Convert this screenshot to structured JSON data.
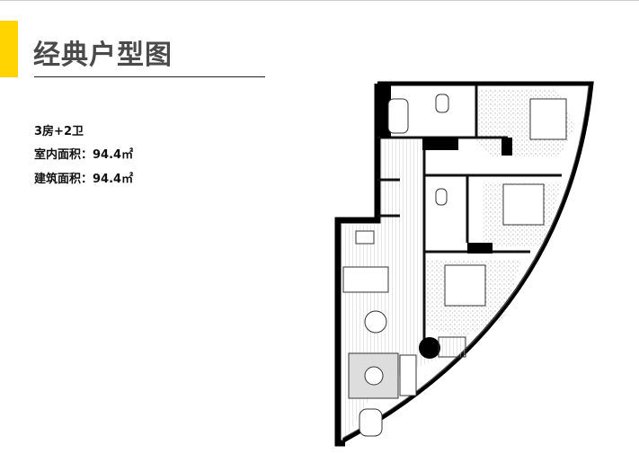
{
  "header": {
    "title": "经典户型图"
  },
  "info": {
    "layout": "3房+2卫",
    "indoor_area": "室内面积：94.4㎡",
    "building_area": "建筑面积：94.4㎡"
  },
  "colors": {
    "accent": "#ffd400",
    "title": "#4a4a4a"
  }
}
